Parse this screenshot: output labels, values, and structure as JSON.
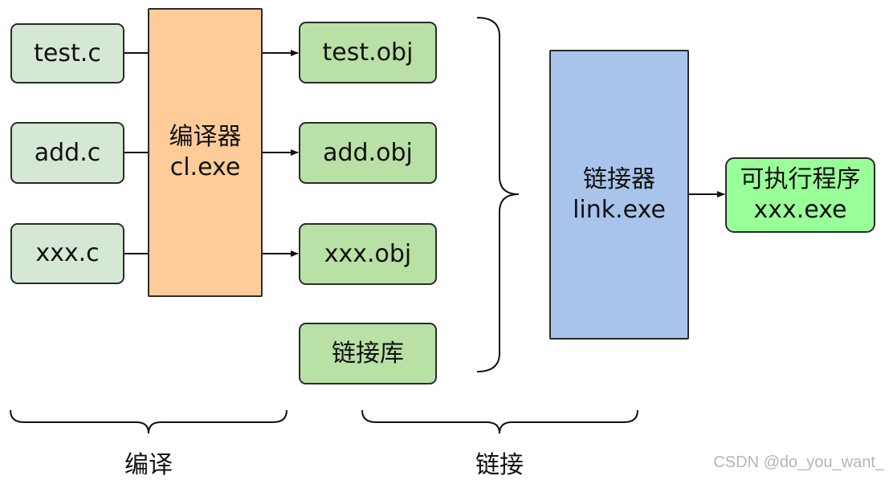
{
  "sources": [
    {
      "label": "test.c"
    },
    {
      "label": "add.c"
    },
    {
      "label": "xxx.c"
    }
  ],
  "compiler": {
    "line1": "编译器",
    "line2": "cl.exe"
  },
  "objects": [
    {
      "label": "test.obj"
    },
    {
      "label": "add.obj"
    },
    {
      "label": "xxx.obj"
    },
    {
      "label": "链接库"
    }
  ],
  "linker": {
    "line1": "链接器",
    "line2": "link.exe"
  },
  "executable": {
    "line1": "可执行程序",
    "line2": "xxx.exe"
  },
  "stages": {
    "compile": "编译",
    "link": "链接"
  },
  "watermark": "CSDN @do_you_want_",
  "colors": {
    "source_fill": "#d5e8d4",
    "object_fill": "#b9e0a5",
    "compiler_fill": "#ffcc99",
    "linker_fill": "#a9c4eb",
    "exe_fill": "#99ff99"
  }
}
